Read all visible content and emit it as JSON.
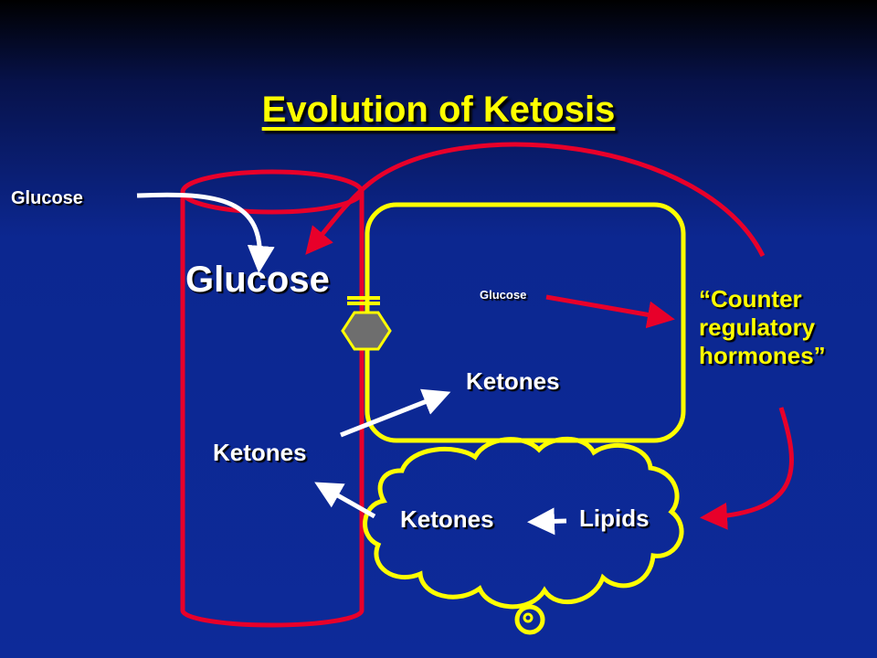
{
  "title": "Evolution of Ketosis",
  "labels": {
    "glucose_in": "Glucose",
    "glucose_blood": "Glucose",
    "glucose_cell": "Glucose",
    "ketones_cell": "Ketones",
    "ketones_blood": "Ketones",
    "ketones_adipose": "Ketones",
    "lipids": "Lipids",
    "counter_regulatory": [
      "“Counter",
      "regulatory",
      "hormones”"
    ]
  },
  "colors": {
    "title": "#ffff00",
    "vessel": "#e8002a",
    "cell": "#ffff00",
    "hormone_arrow": "#e8002a",
    "flow_arrow": "#ffffff",
    "receptor": "#6e6e6e"
  },
  "icons": [
    "receptor-hexagon-icon",
    "adipose-cloud-icon"
  ]
}
